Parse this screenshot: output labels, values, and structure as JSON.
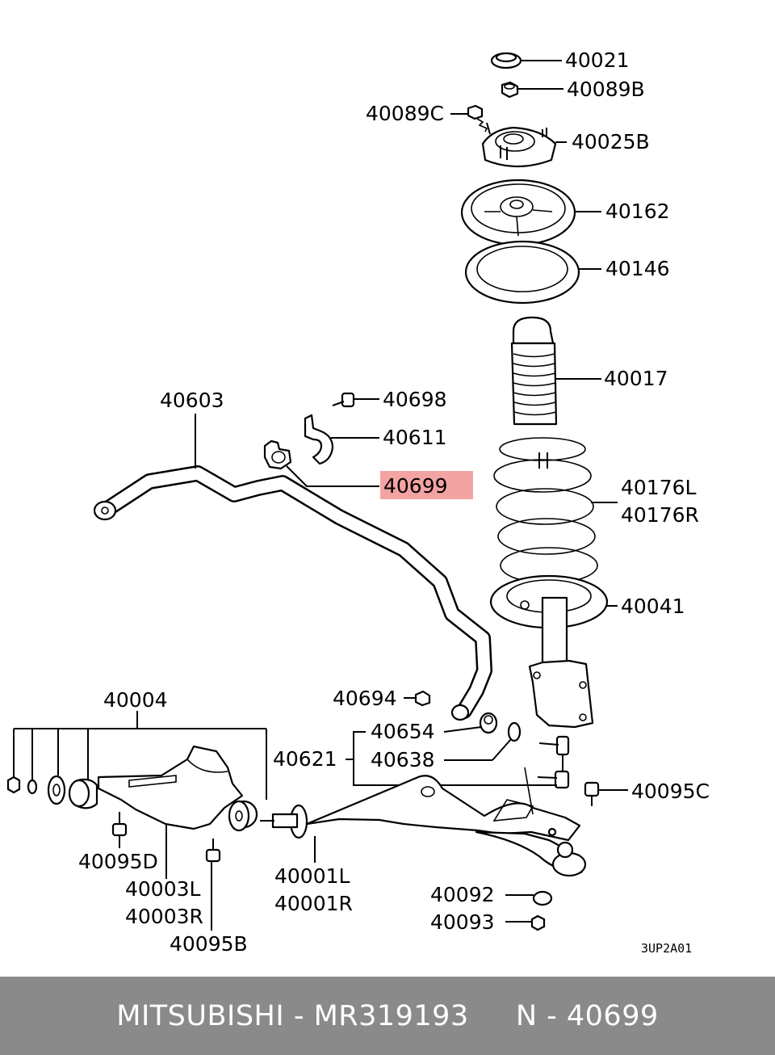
{
  "colors": {
    "highlight": "#f4a3a3",
    "footer_bg": "#8a8a8a",
    "footer_text": "#ffffff"
  },
  "diagram": {
    "labels": {
      "p40021": "40021",
      "p40089B": "40089B",
      "p40089C": "40089C",
      "p40025B": "40025B",
      "p40162": "40162",
      "p40146": "40146",
      "p40017": "40017",
      "p40603": "40603",
      "p40698": "40698",
      "p40611": "40611",
      "p40699": "40699",
      "p40176L": "40176L",
      "p40176R": "40176R",
      "p40041": "40041",
      "p40004": "40004",
      "p40694": "40694",
      "p40654": "40654",
      "p40621": "40621",
      "p40638": "40638",
      "p40095C": "40095C",
      "p40095D": "40095D",
      "p40003L": "40003L",
      "p40003R": "40003R",
      "p40095B": "40095B",
      "p40001L": "40001L",
      "p40001R": "40001R",
      "p40092": "40092",
      "p40093": "40093"
    },
    "highlighted_part": "40699",
    "diagram_code": "3UP2A01"
  },
  "footer": {
    "text": "MITSUBISHI - MR319193     N - 40699"
  }
}
